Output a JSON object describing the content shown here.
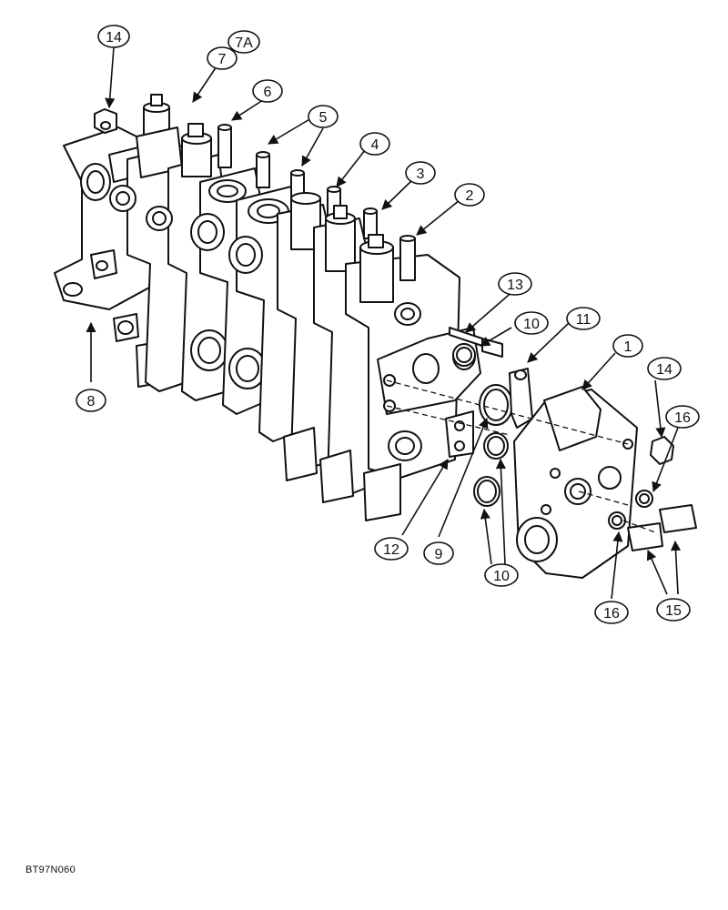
{
  "figure_code": "BT97N060",
  "callouts": {
    "c1": "1",
    "c2": "2",
    "c3": "3",
    "c4": "4",
    "c5": "5",
    "c6": "6",
    "c7": "7",
    "c7a": "7A",
    "c8": "8",
    "c9": "9",
    "c10_top": "10",
    "c10_bottom": "10",
    "c11": "11",
    "c12": "12",
    "c13": "13",
    "c14_left": "14",
    "c14_right": "14",
    "c15": "15",
    "c16_top": "16",
    "c16_bottom": "16"
  },
  "colors": {
    "line": "#111111",
    "paper": "#ffffff"
  }
}
